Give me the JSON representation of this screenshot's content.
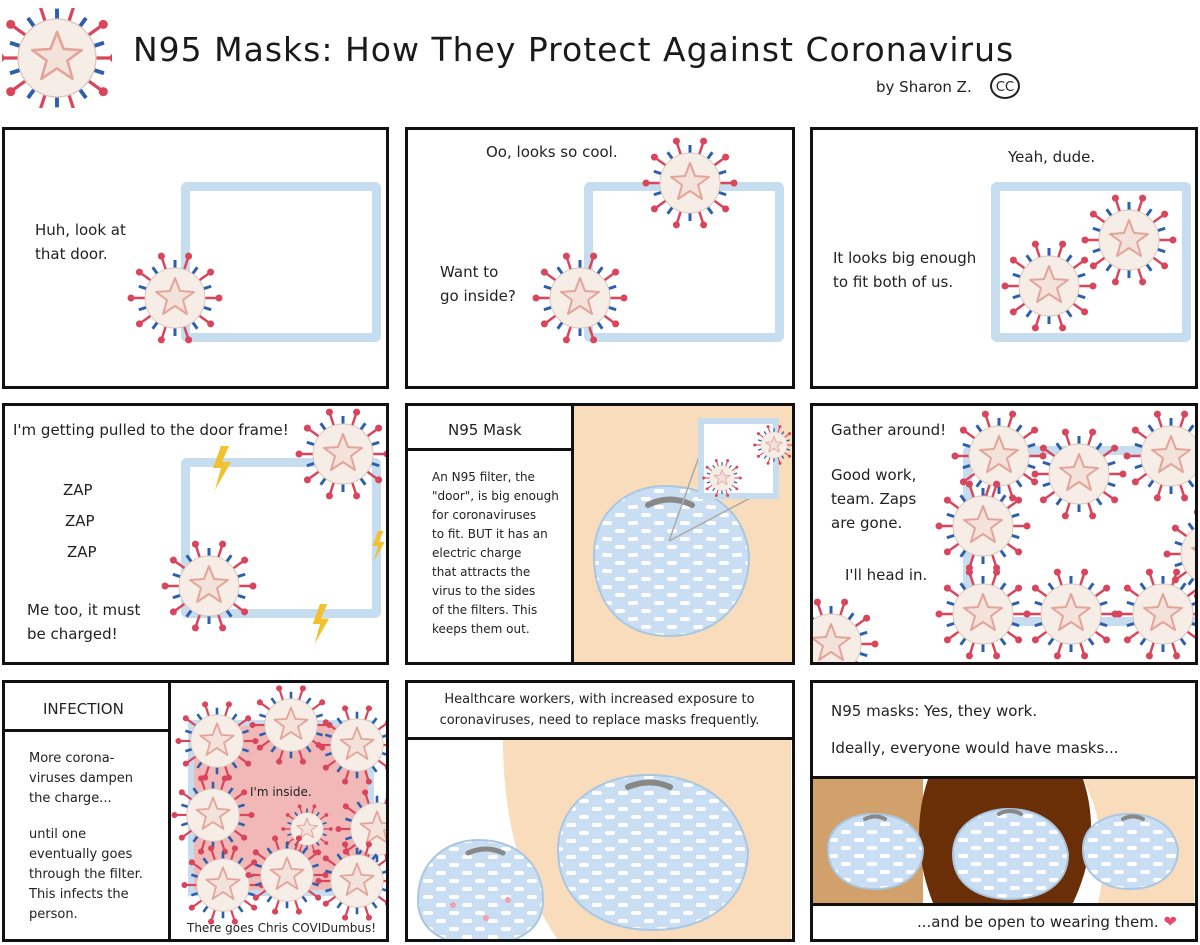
{
  "header": {
    "title": "N95 Masks: How They Protect Against Coronavirus",
    "byline": "by Sharon Z.",
    "license": "CC"
  },
  "panel1": {
    "speech": [
      "Huh, look at",
      "that door."
    ]
  },
  "panel2": {
    "speech_top": "Oo, looks so cool.",
    "speech_bottom": [
      "Want to",
      "go inside?"
    ]
  },
  "panel3": {
    "speech_top": "Yeah, dude.",
    "speech_bottom": [
      "It looks big enough",
      "to fit both of us."
    ]
  },
  "panel4": {
    "speech_top": "I'm getting pulled to the door frame!",
    "zaps": [
      "ZAP",
      "ZAP",
      "ZAP"
    ],
    "speech_bottom": [
      "Me too, it must",
      "be charged!"
    ]
  },
  "panel5": {
    "heading": "N95 Mask",
    "body": [
      "An N95 filter, the",
      "\"door\", is big enough",
      "for coronaviruses",
      "to fit. BUT it has an",
      "electric charge",
      "that attracts the",
      "virus to the sides",
      "of the filters. This",
      "keeps them out."
    ]
  },
  "panel6": {
    "speech1": "Gather around!",
    "speech2": [
      "Good work,",
      "team. Zaps",
      "are gone."
    ],
    "speech3": "I'll head in."
  },
  "panel7": {
    "heading": "INFECTION",
    "body1": [
      "More corona-",
      "viruses dampen",
      "the charge..."
    ],
    "body2": [
      "until one",
      "eventually goes",
      "through the filter.",
      "This infects the",
      "person."
    ],
    "speech_inside": "I'm inside.",
    "caption": "There goes Chris COVIDumbus!"
  },
  "panel8": {
    "caption": [
      "Healthcare workers, with increased exposure to",
      "coronaviruses, need to replace masks frequently."
    ]
  },
  "panel9": {
    "line1": "N95 masks: Yes, they work.",
    "line2": "Ideally, everyone would have masks...",
    "closing": "...and be open to wearing them."
  },
  "colors": {
    "virus_body": "#f6ede6",
    "virus_core": "#e7b7ae",
    "spike_red": "#d9455b",
    "spike_blue": "#2d5fae",
    "door": "#c6dcef",
    "skin": "#f8dcbc",
    "mask": "#cfe3f4",
    "infection": "#f2b8b8",
    "heart": "#e34b6b"
  }
}
